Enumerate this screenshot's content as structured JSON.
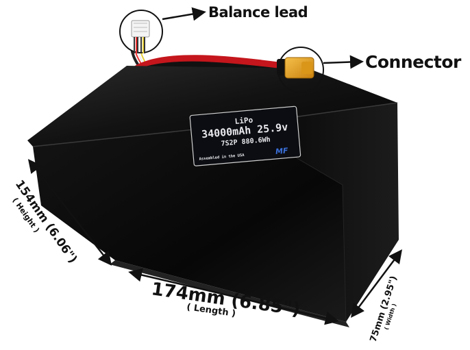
{
  "callouts": {
    "balance_lead": "Balance lead",
    "connector": "Connector"
  },
  "label": {
    "chemistry": "LiPo",
    "capacity_voltage": "34000mAh 25.9v",
    "config_energy": "7S2P 880.6Wh",
    "assembled": "Assembled in the USA",
    "logo_text": "MF"
  },
  "dimensions": {
    "height": "154mm (6.06\")",
    "height_sub": "( Height )",
    "length": "174mm (6.85\")",
    "length_sub": "( Length )",
    "width": "75mm (2.95\")",
    "width_sub": "( Width )"
  },
  "colors": {
    "battery_body": "#0a0a0a",
    "wire_red": "#c4161c",
    "connector_yellow": "#e8a21a",
    "label_border": "#d0d0d0"
  }
}
